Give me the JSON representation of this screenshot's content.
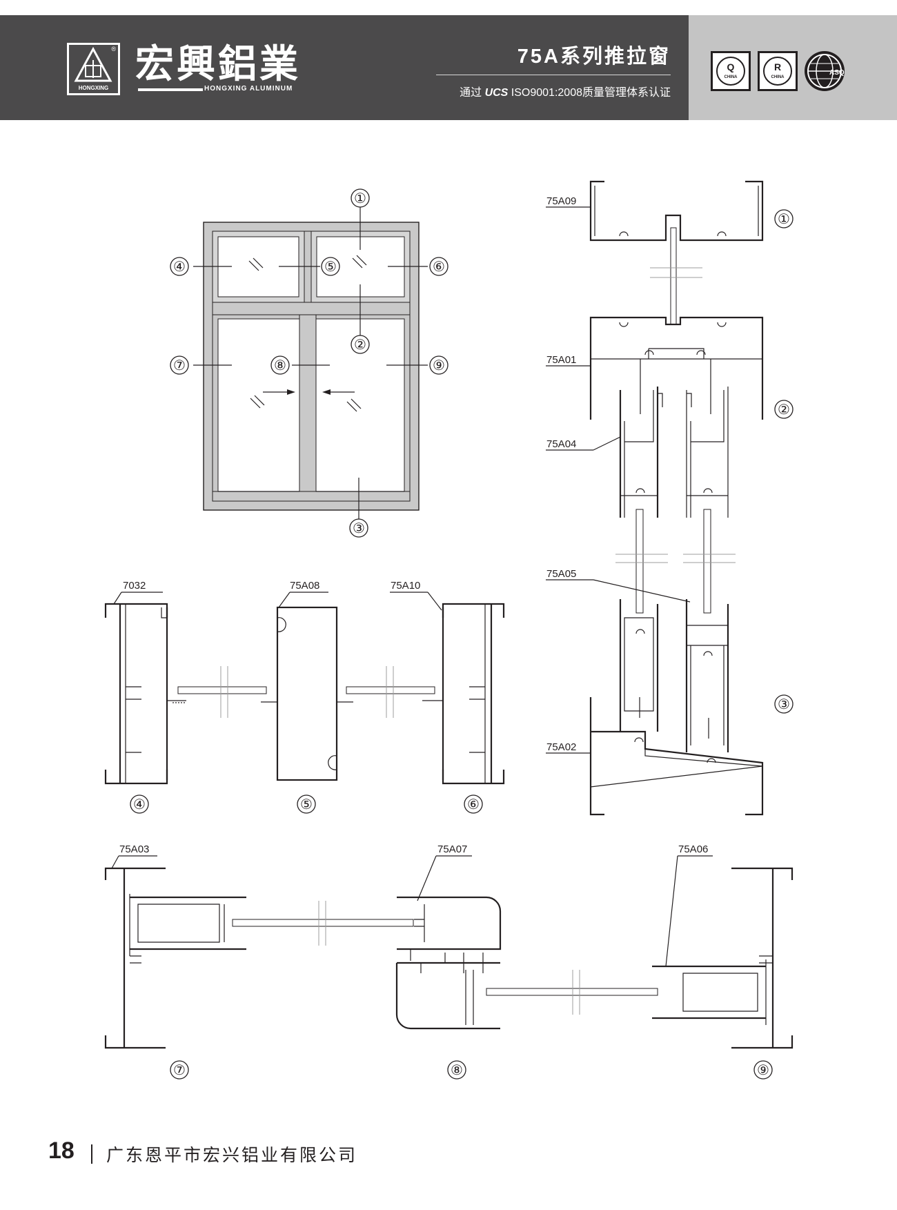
{
  "header": {
    "brand_cn": "宏興鋁業",
    "brand_en": "HONGXING ALUMINUM",
    "logo_text": "HONGXING",
    "logo_mark": "®",
    "product_title": "75A系列推拉窗",
    "cert_prefix": "通过",
    "cert_mark": "UCS",
    "cert_text": "ISO9001:2008质量管理体系认证",
    "badges": [
      {
        "letter": "Q",
        "text": "CHINA"
      },
      {
        "letter": "R",
        "text": "CHINA"
      },
      {
        "letter": "",
        "text": "ASQ"
      }
    ]
  },
  "elevation": {
    "callouts": [
      "①",
      "②",
      "③",
      "④",
      "⑤",
      "⑥",
      "⑦",
      "⑧",
      "⑨"
    ]
  },
  "sections": {
    "right_labels": [
      "①",
      "②",
      "③"
    ],
    "right_profiles": [
      "75A09",
      "75A01",
      "75A04",
      "75A05",
      "75A02"
    ],
    "mid_labels": [
      "④",
      "⑤",
      "⑥"
    ],
    "mid_profiles": [
      "7032",
      "75A08",
      "75A10"
    ],
    "bottom_labels": [
      "⑦",
      "⑧",
      "⑨"
    ],
    "bottom_profiles": [
      "75A03",
      "75A07",
      "75A06"
    ]
  },
  "footer": {
    "page_number": "18",
    "company": "广东恩平市宏兴铝业有限公司"
  }
}
